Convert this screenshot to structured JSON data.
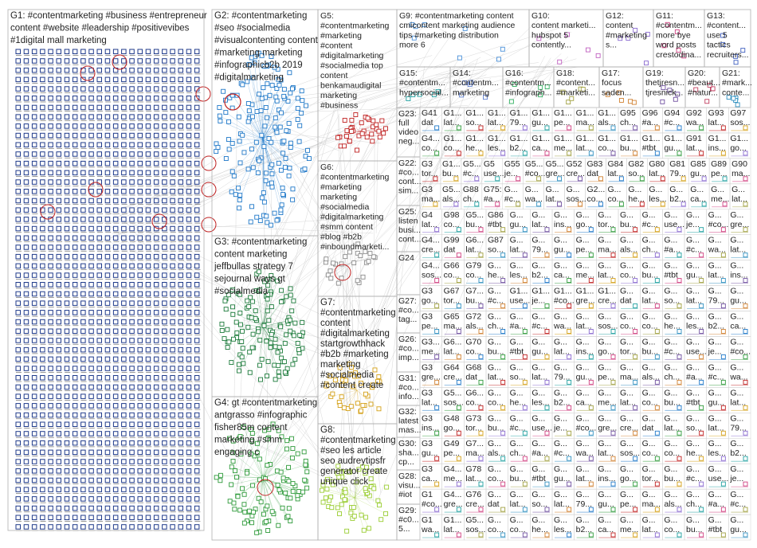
{
  "graph": {
    "background": "#ffffff",
    "border_color": "#b0b0b0",
    "edge_color": "#c8c8c8",
    "groups": [
      {
        "id": "G1",
        "color": "#1f3a8a",
        "lines": [
          "G1: #contentmarketing #business #entrepreneur",
          "content #website #leadership #positivevibes",
          "#1digital mall marketing"
        ]
      },
      {
        "id": "G2",
        "color": "#1f78c8",
        "lines": [
          "G2: #contentmarketing",
          "#seo #socialmedia",
          "#visualcontenting content",
          "#marketing marketing",
          "#infographicb2b 2019",
          "#digitalmarketing"
        ]
      },
      {
        "id": "G3",
        "color": "#1b7a3a",
        "lines": [
          "G3: #contentmarketing",
          "content marketing",
          "jeffbullas strategy 7",
          "sejournal ways gt",
          "#socialmedia"
        ]
      },
      {
        "id": "G4",
        "color": "#2e9a3a",
        "lines": [
          "G4: gt #contentmarketing",
          "antgrasso #infographic",
          "fisher85m content",
          "marketing #smm",
          "engaging c"
        ]
      },
      {
        "id": "G5",
        "color": "#c02020",
        "lines": [
          "G5:",
          "#contentmarketing",
          "#marketing",
          "#content",
          "#digitalmarketing",
          "#socialmedia top",
          "content",
          "benkamaudigital",
          "marketing",
          "#business"
        ]
      },
      {
        "id": "G6",
        "color": "#8a8a8a",
        "lines": [
          "G6:",
          "#contentmarketing",
          "#marketing",
          "marketing",
          "#socialmedia",
          "#digitalmarketing",
          "#smm content",
          "#blog #b2b",
          "#inboundmarketi..."
        ]
      },
      {
        "id": "G7",
        "color": "#d4a017",
        "lines": [
          "G7:",
          "#contentmarketing",
          "content",
          "#digitalmarketing",
          "startgrowthhack",
          "#b2b #marketing",
          "marketing",
          "#socialmedia",
          "#content create"
        ]
      },
      {
        "id": "G8",
        "color": "#9acd32",
        "lines": [
          "G8:",
          "#contentmarketing",
          "#seo les article",
          "seo audreytipsfr",
          "generator create",
          "unique click"
        ]
      },
      {
        "id": "G9",
        "color": "#4a90d9",
        "lines": [
          "G9: #contentmarketing content",
          "cmicontent marketing audience",
          "tips #marketing distribution",
          "more 6"
        ]
      },
      {
        "id": "G10",
        "color": "#c060c0",
        "lines": [
          "G10:",
          "content marketi...",
          "hubspot 5",
          "contently..."
        ]
      },
      {
        "id": "G12",
        "color": "#8a6ad0",
        "lines": [
          "G12:",
          "content",
          "#marketing",
          "s..."
        ]
      },
      {
        "id": "G11",
        "color": "#d04080",
        "lines": [
          "G11:",
          "#contentm...",
          "more bye",
          "word posts",
          "crestodina..."
        ]
      },
      {
        "id": "G13",
        "color": "#4060c0",
        "lines": [
          "G13:",
          "#content...",
          "use 5",
          "tactics",
          "recruiters..."
        ]
      },
      {
        "id": "G15",
        "color": "#20a0a0",
        "lines": [
          "G15:",
          "#contentm...",
          "hypersocial..."
        ]
      },
      {
        "id": "G14",
        "color": "#6080d0",
        "lines": [
          "G14:",
          "#contentm...",
          "marketing"
        ]
      },
      {
        "id": "G16",
        "color": "#30b060",
        "lines": [
          "G16:",
          "#contentm...",
          "#infograph..."
        ]
      },
      {
        "id": "G18",
        "color": "#a0a040",
        "lines": [
          "G18:",
          "#content...",
          "#marketi..."
        ]
      },
      {
        "id": "G17",
        "color": "#d08030",
        "lines": [
          "G17:",
          "focus",
          "saden..."
        ]
      },
      {
        "id": "G19",
        "color": "#7050a0",
        "lines": [
          "G19:",
          "thetjresn...",
          "tjresnick..."
        ]
      },
      {
        "id": "G20",
        "color": "#c04060",
        "lines": [
          "G20:",
          "#beaut...",
          "#natur..."
        ]
      },
      {
        "id": "G21",
        "color": "#3090c0",
        "lines": [
          "G21:",
          "#mark...",
          "conte..."
        ]
      }
    ],
    "column_groups": [
      {
        "id": "G23",
        "lines": [
          "G23:",
          "full",
          "video",
          "neg..."
        ]
      },
      {
        "id": "G22",
        "lines": [
          "G22:",
          "#co...",
          "cont...",
          "sim..."
        ]
      },
      {
        "id": "G25",
        "lines": [
          "G25:",
          "listen",
          "busi...",
          "cont..."
        ]
      },
      {
        "id": "G24",
        "lines": [
          "G24"
        ]
      },
      {
        "id": "G27",
        "lines": [
          "G27:",
          "#co...",
          "tag..."
        ]
      },
      {
        "id": "G26",
        "lines": [
          "G26:",
          "#co...",
          "imp..."
        ]
      },
      {
        "id": "G31",
        "lines": [
          "G31:",
          "#co...",
          "info..."
        ]
      },
      {
        "id": "G32",
        "lines": [
          "G32:",
          "latest",
          "mas..."
        ]
      },
      {
        "id": "G30",
        "lines": [
          "G30:",
          "sha...",
          "cp..."
        ]
      },
      {
        "id": "G28",
        "lines": [
          "G28:",
          "visu...",
          "#iot"
        ]
      },
      {
        "id": "G29",
        "lines": [
          "G29:",
          "#c0...",
          "5..."
        ]
      }
    ],
    "small_grid_labels": [
      [
        "G41",
        "G1...",
        "G1...",
        "G1...",
        "G1...",
        "G1...",
        "G1...",
        "G1...",
        "G1...",
        "G95",
        "G96",
        "G94",
        "G92",
        "G93",
        "G97"
      ],
      [
        "G4...",
        "G1...",
        "G1...",
        "G1...",
        "G1...",
        "G1...",
        "G1...",
        "G1...",
        "G1...",
        "G1...",
        "G1...",
        "G1...",
        "G91",
        "G1...",
        "G1..."
      ],
      [
        "G3",
        "G1...",
        "G5...",
        "G5",
        "G55",
        "G5...",
        "G5...",
        "G52",
        "G83",
        "G84",
        "G82",
        "G80",
        "G81",
        "G85",
        "G89",
        "G90"
      ],
      [
        "G3",
        "G5...",
        "G88",
        "G75:",
        "G...",
        "G...",
        "G...",
        "G...",
        "G2...",
        "G...",
        "G...",
        "G...",
        "G...",
        "G...",
        "G...",
        "G..."
      ],
      [
        "G4",
        "G98",
        "G5...",
        "G86",
        "G...",
        "G...",
        "G...",
        "G...",
        "G...",
        "G...",
        "G...",
        "G...",
        "G...",
        "G...",
        "G..."
      ],
      [
        "G4...",
        "G99",
        "G6...",
        "G87",
        "G...",
        "G...",
        "G...",
        "G...",
        "G...",
        "G...",
        "G...",
        "G...",
        "G...",
        "G...",
        "G..."
      ],
      [
        "G4...",
        "G66",
        "G79",
        "G...",
        "G...",
        "G...",
        "G...",
        "G...",
        "G...",
        "G...",
        "G...",
        "G...",
        "G...",
        "G...",
        "G..."
      ],
      [
        "G3",
        "G67",
        "G7...",
        "G...",
        "G1...",
        "G1...",
        "G1...",
        "G1...",
        "G1...",
        "G...",
        "G...",
        "G...",
        "G...",
        "G...",
        "G..."
      ],
      [
        "G3",
        "G65",
        "G72",
        "G...",
        "G...",
        "G...",
        "G...",
        "G...",
        "G...",
        "G...",
        "G...",
        "G...",
        "G...",
        "G...",
        "G..."
      ],
      [
        "G3...",
        "G6...",
        "G70",
        "G...",
        "G...",
        "G...",
        "G...",
        "G...",
        "G...",
        "G...",
        "G...",
        "G...",
        "G...",
        "G...",
        "G..."
      ],
      [
        "G3",
        "G64",
        "G68",
        "G...",
        "G...",
        "G...",
        "G...",
        "G...",
        "G...",
        "G...",
        "G...",
        "G...",
        "G...",
        "G...",
        "G..."
      ],
      [
        "G3",
        "G5...",
        "G6...",
        "G...",
        "G...",
        "G...",
        "G...",
        "G...",
        "G...",
        "G...",
        "G...",
        "G...",
        "G...",
        "G...",
        "G..."
      ],
      [
        "G3",
        "G48",
        "G73",
        "G...",
        "G...",
        "G...",
        "G...",
        "G...",
        "G...",
        "G...",
        "G...",
        "G...",
        "G...",
        "G...",
        "G..."
      ],
      [
        "G3",
        "G49",
        "G7...",
        "G...",
        "G...",
        "G...",
        "G...",
        "G...",
        "G...",
        "G...",
        "G...",
        "G...",
        "G...",
        "G...",
        "G..."
      ],
      [
        "G3",
        "G4...",
        "G78",
        "G...",
        "G...",
        "G...",
        "G...",
        "G...",
        "G...",
        "G...",
        "G...",
        "G...",
        "G...",
        "G...",
        "G..."
      ],
      [
        "G1",
        "G4...",
        "G76",
        "G...",
        "G...",
        "G...",
        "G...",
        "G...",
        "G...",
        "G...",
        "G...",
        "G...",
        "G...",
        "G...",
        "G..."
      ],
      [
        "G1",
        "G1...",
        "G5...",
        "G...",
        "G...",
        "G...",
        "G...",
        "G...",
        "G...",
        "G...",
        "G...",
        "G...",
        "G...",
        "G...",
        "G..."
      ]
    ],
    "small_grid_words": [
      "dat",
      "lat...",
      "gu...",
      "lat...",
      "sos...",
      "lat...",
      "so...",
      "co...",
      "ins...",
      "lat...",
      "co...",
      "go...",
      "79...",
      "he...",
      "tor...",
      "gu...",
      "les...",
      "bu...",
      "pe...",
      "b2...",
      "#c...",
      "ma...",
      "ca...",
      "use...",
      "als...",
      "me...",
      "je...",
      "ch...",
      "lat...",
      "#co...",
      "#a...",
      "co...",
      "gre...",
      "#c...",
      "bu...",
      "cre...",
      "wa...",
      "#tbt"
    ]
  }
}
